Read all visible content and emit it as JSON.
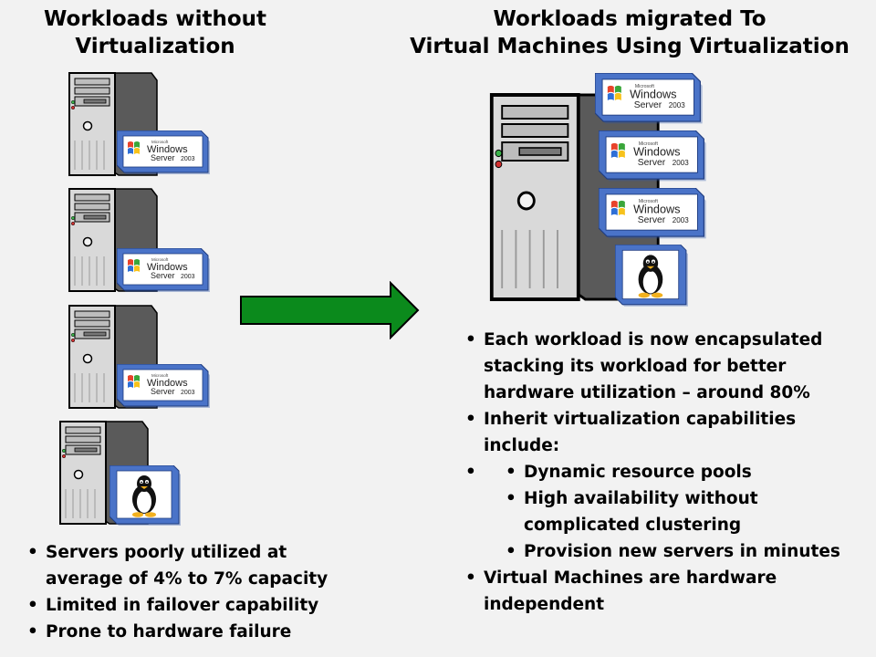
{
  "left_title": [
    "Workloads without",
    "Virtualization"
  ],
  "right_title": [
    "Workloads migrated To",
    "Virtual Machines Using Virtualization"
  ],
  "windows_badge": {
    "microsoft": "Microsoft",
    "windows": "Windows",
    "server": "Server",
    "version": "2003"
  },
  "left_bullets": [
    "Servers poorly utilized at",
    "average of 4% to 7% capacity",
    "Limited in failover capability",
    "Prone to hardware failure"
  ],
  "right_bullets": {
    "b1_line1": "Each workload is now encapsulated",
    "b1_line2": "stacking its workload for better",
    "b1_line3": "hardware utilization – around 80%",
    "b2_line1": "Inherit virtualization capabilities",
    "b2_line2": "include:",
    "sub1": "Dynamic resource pools",
    "sub2_line1": "High availability without",
    "sub2_line2": "complicated clustering",
    "sub3": "Provision new servers in minutes",
    "b3_line1": "Virtual Machines are hardware",
    "b3_line2": "independent"
  },
  "colors": {
    "badge_blue": "#4a73c8",
    "arrow_green": "#0b8a1c",
    "tower_front": "#d9d9d9",
    "tower_side": "#5a5a5a"
  }
}
